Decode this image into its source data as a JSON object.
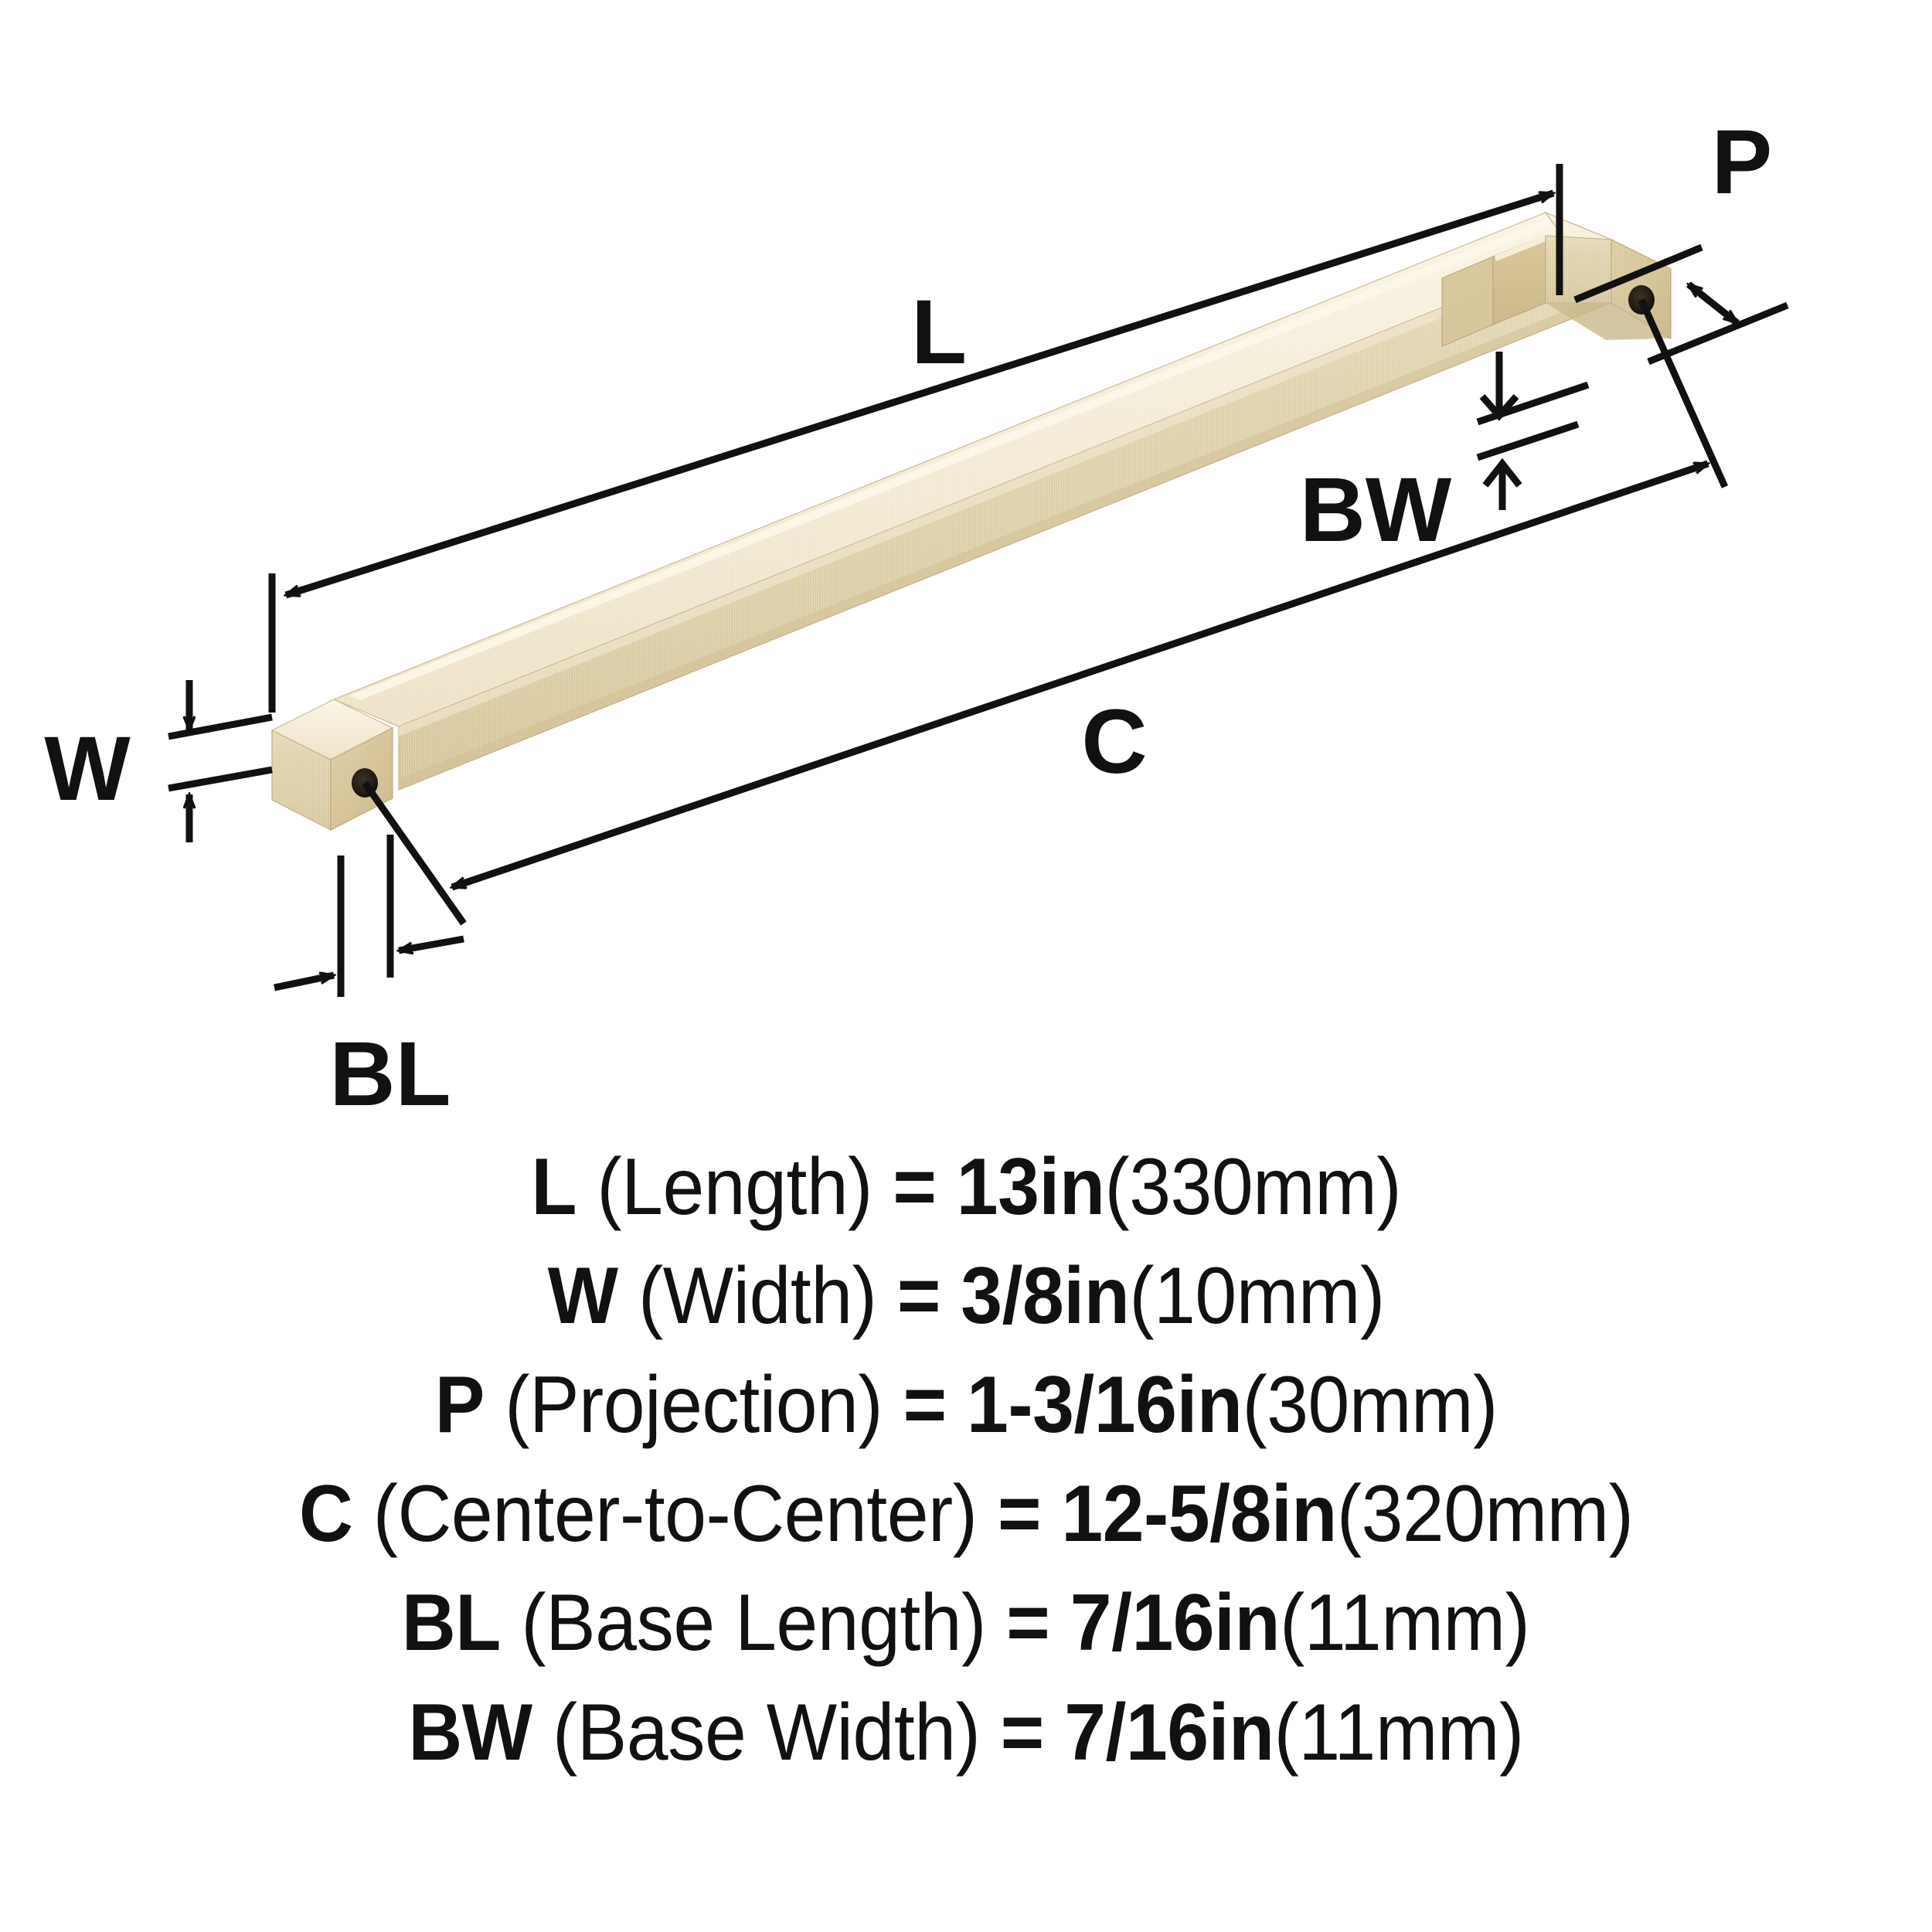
{
  "product": {
    "type": "cabinet-pull-dimension-diagram",
    "finish_color": "#e8dcbd",
    "line_color": "#111111",
    "background": "#ffffff"
  },
  "diagram": {
    "labels": {
      "length": "L",
      "width": "W",
      "projection": "P",
      "center_to_center": "C",
      "base_length": "BL",
      "base_width": "BW"
    }
  },
  "specs": [
    {
      "key": "L",
      "name": "(Length)",
      "eq": "=",
      "value": "13in",
      "metric": "(330mm)"
    },
    {
      "key": "W",
      "name": "(Width)",
      "eq": "=",
      "value": "3/8in",
      "metric": "(10mm)"
    },
    {
      "key": "P",
      "name": "(Projection)",
      "eq": "=",
      "value": "1-3/16in",
      "metric": "(30mm)"
    },
    {
      "key": "C",
      "name": "(Center-to-Center)",
      "eq": "=",
      "value": "12-5/8in",
      "metric": "(320mm)"
    },
    {
      "key": "BL",
      "name": "(Base Length)",
      "eq": "=",
      "value": "7/16in",
      "metric": "(11mm)"
    },
    {
      "key": "BW",
      "name": "(Base Width)",
      "eq": "=",
      "value": "7/16in",
      "metric": "(11mm)"
    }
  ]
}
